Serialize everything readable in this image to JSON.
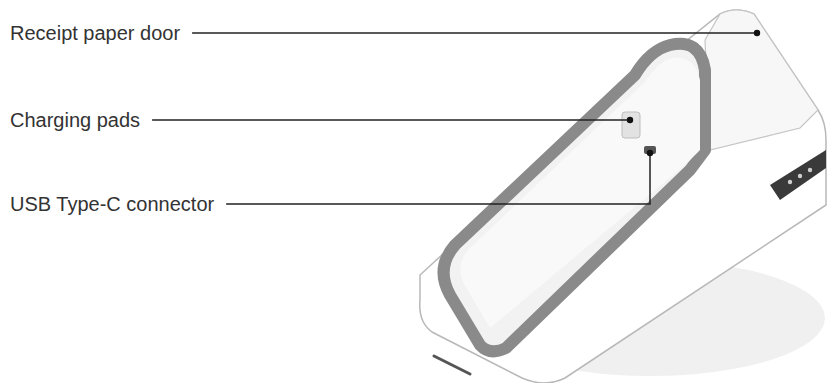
{
  "diagram": {
    "labels": [
      "Receipt paper door",
      "Charging pads",
      "USB Type-C connector"
    ]
  }
}
